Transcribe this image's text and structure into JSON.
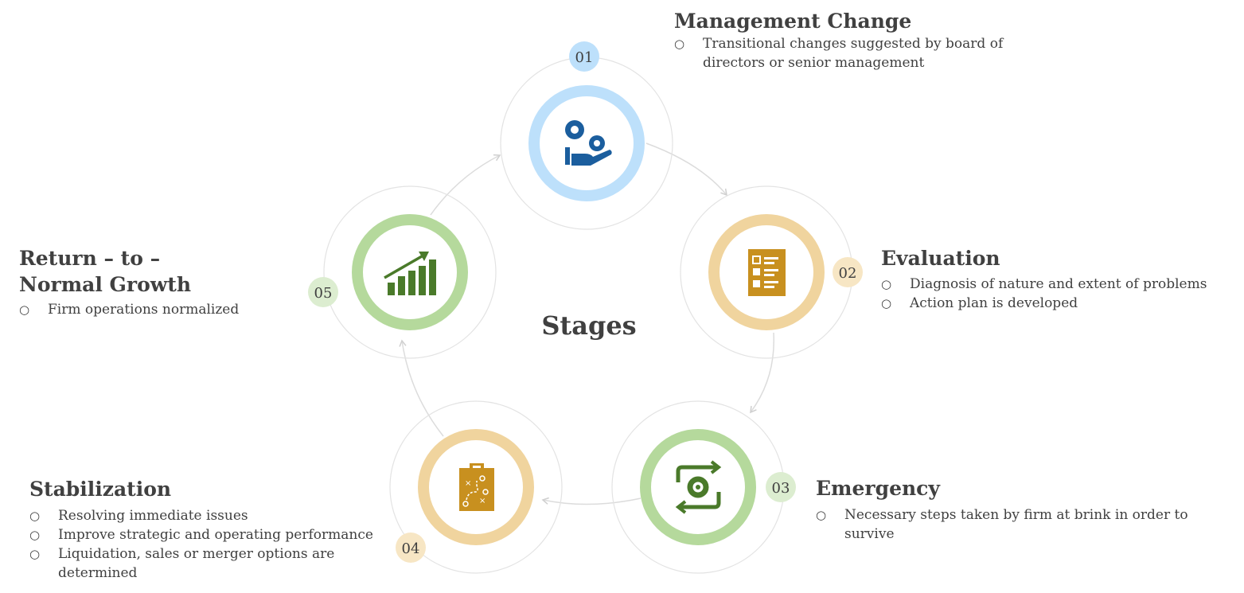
{
  "center_label": "Stages",
  "stages": [
    {
      "number": "01",
      "title": "Management Change",
      "icon": "gears-hand-icon",
      "bullets": [
        "Transitional changes suggested by board of directors or senior management"
      ]
    },
    {
      "number": "02",
      "title": "Evaluation",
      "icon": "checklist-icon",
      "bullets": [
        "Diagnosis of nature and extent of problems",
        "Action plan is developed"
      ]
    },
    {
      "number": "03",
      "title": "Emergency",
      "icon": "gear-cycle-icon",
      "bullets": [
        "Necessary steps taken by firm at brink in order to survive"
      ]
    },
    {
      "number": "04",
      "title": "Stabilization",
      "icon": "strategy-clipboard-icon",
      "bullets": [
        "Resolving immediate issues",
        "Improve strategic and operating performance",
        "Liquidation, sales or merger options are determined"
      ]
    },
    {
      "number": "05",
      "title_line1": "Return – to –",
      "title_line2": "Normal Growth",
      "icon": "growth-chart-icon",
      "bullets": [
        "Firm operations normalized"
      ]
    }
  ],
  "colors": {
    "blue": "#bde0fb",
    "blue_dark": "#1b5e9e",
    "tan": "#f0d49e",
    "tan_dark": "#c8901f",
    "green": "#b5d99c",
    "green_dark": "#4a7a2a",
    "text": "#404040",
    "line": "#dcdcdc"
  }
}
